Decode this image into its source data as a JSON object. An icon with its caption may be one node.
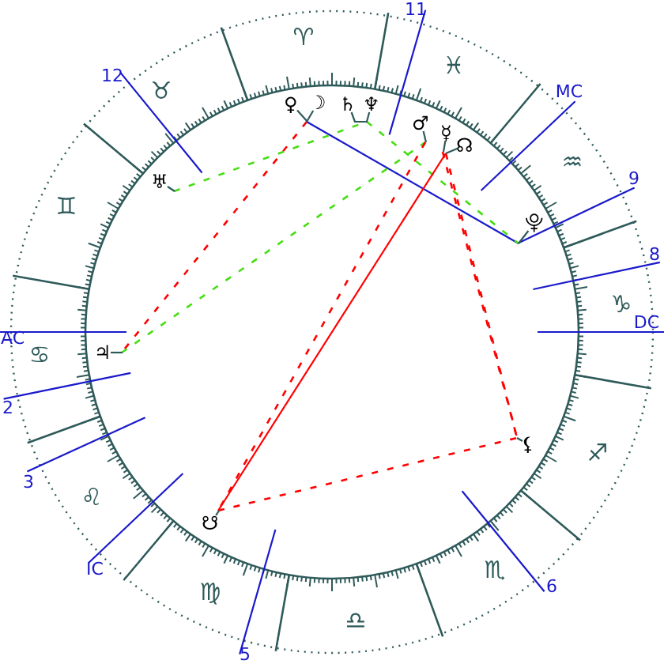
{
  "diagram": {
    "nodes": [
      {
        "text": [
          "♀"
        ]
      },
      {
        "text": [
          "☽"
        ]
      },
      {
        "text": [
          "♄"
        ]
      },
      {
        "text": [
          "♆"
        ]
      },
      {
        "text": [
          "♂"
        ]
      },
      {
        "text": [
          "☿"
        ]
      },
      {
        "text": [
          "☊"
        ]
      },
      {
        "text": [
          "♅"
        ]
      },
      {
        "text": [
          "⯓"
        ]
      },
      {
        "text": [
          "♃"
        ]
      },
      {
        "text": [
          "⚸"
        ]
      },
      {
        "text": [
          "☋"
        ]
      }
    ],
    "edges": [
      {
        "from": 0,
        "to": 8,
        "arrow": "none",
        "color": "#1a1acc"
      },
      {
        "from": 0,
        "to": 9,
        "arrow": "none",
        "style": "dashed"
      },
      {
        "from": 7,
        "to": 3,
        "arrow": "none",
        "style": "dashed",
        "color": "#44dd11"
      },
      {
        "from": 3,
        "to": 8,
        "arrow": "none",
        "style": "dashed",
        "color": "#44dd11"
      },
      {
        "from": 9,
        "to": 4,
        "arrow": "none",
        "style": "dashed",
        "color": "#44dd11"
      },
      {
        "from": 6,
        "to": 11,
        "arrow": "none"
      },
      {
        "from": 4,
        "to": 11,
        "arrow": "none",
        "style": "dashed"
      },
      {
        "from": 5,
        "to": 10,
        "arrow": "none",
        "style": "dashed"
      },
      {
        "from": 6,
        "to": 10,
        "arrow": "none",
        "style": "dashed"
      },
      {
        "from": 11,
        "to": 10,
        "arrow": "none",
        "style": "dashed"
      }
    ],
    "labels": [
      "11",
      "♈",
      "♓",
      "12",
      "MC",
      "♉",
      "♒",
      "9",
      "♊",
      "8",
      "♑",
      "DC",
      "AC",
      "♋",
      "2",
      "♐",
      "3",
      "♌",
      "IC",
      "♏",
      "6",
      "♍",
      "♎",
      "5"
    ]
  }
}
